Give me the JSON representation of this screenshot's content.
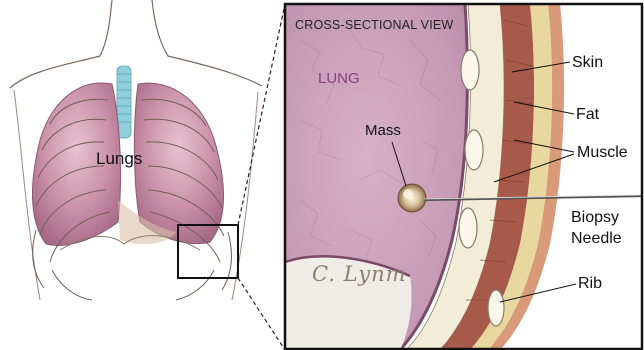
{
  "labels": {
    "lungs": "Lungs",
    "view_title": "CROSS-SECTIONAL VIEW",
    "lung_region": "LUNG",
    "mass": "Mass",
    "skin": "Skin",
    "fat": "Fat",
    "muscle": "Muscle",
    "biopsy_line1": "Biopsy",
    "biopsy_line2": "Needle",
    "rib": "Rib"
  },
  "signature": "C. Lynm",
  "colors": {
    "lung_tissue": "#c98fa7",
    "lung_dark": "#9a5a7a",
    "trachea": "#8fd0dc",
    "skin_fat": "#e9dcc0",
    "muscle": "#a85a4a",
    "rib_bone": "#f3ecd6",
    "lung_label": "#8a3e86"
  }
}
